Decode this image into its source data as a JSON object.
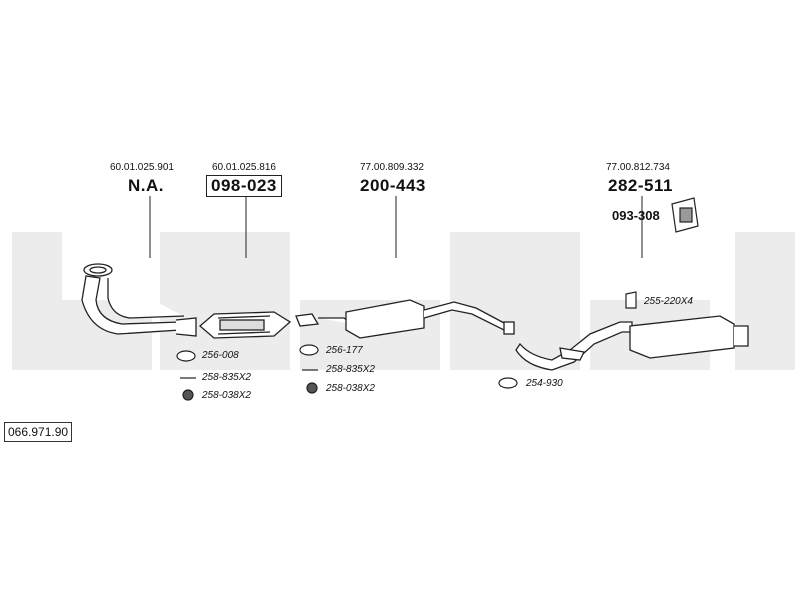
{
  "diagram_ref": "066.971.90",
  "sections": [
    {
      "oem": "60.01.025.901",
      "part": "N.A.",
      "boxed": false
    },
    {
      "oem": "60.01.025.816",
      "part": "098-023",
      "boxed": true
    },
    {
      "oem": "77.00.809.332",
      "part": "200-443",
      "boxed": false
    },
    {
      "oem": "77.00.812.734",
      "part": "282-511",
      "boxed": false
    }
  ],
  "sub_part": "093-308",
  "accessories": [
    "256-008",
    "258-835X2",
    "258-038X2",
    "256-177",
    "258-835X2",
    "258-038X2",
    "254-930",
    "255-220X4"
  ],
  "watermark": "bosal",
  "colors": {
    "watermark": "#ececec",
    "line": "#222222"
  }
}
